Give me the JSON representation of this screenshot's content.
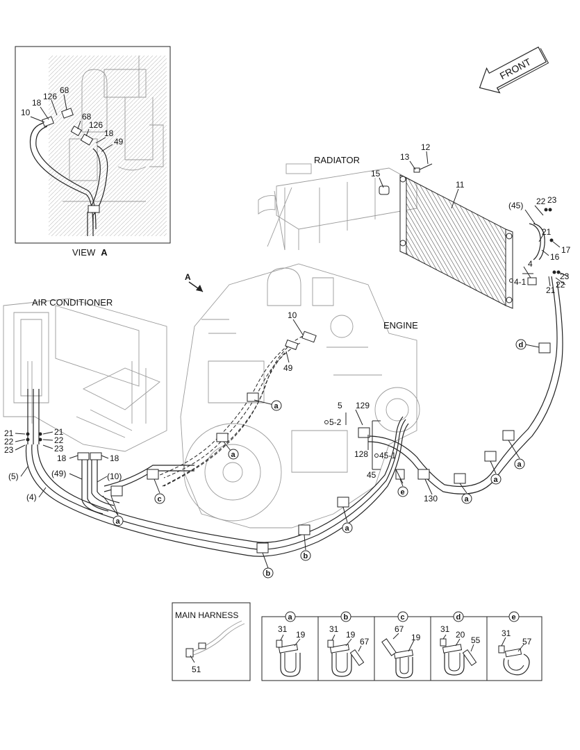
{
  "view_a": {
    "title_prefix": "VIEW",
    "title_letter": "A",
    "labels": [
      "10",
      "18",
      "126",
      "68",
      "68",
      "126",
      "18",
      "49"
    ]
  },
  "front_arrow": "FRONT",
  "radiator": {
    "title": "RADIATOR",
    "labels": [
      "12",
      "13",
      "15",
      "11",
      "(45)",
      "22",
      "23",
      "21",
      "17",
      "16",
      "4",
      "4-1",
      "23",
      "22",
      "21"
    ]
  },
  "engine": {
    "title": "ENGINE",
    "view_marker": "A",
    "labels": [
      "10",
      "49",
      "5",
      "129",
      "5-2",
      "128",
      "45-1",
      "45",
      "130"
    ]
  },
  "air_conditioner": {
    "title": "AIR CONDITIONER",
    "labels": [
      "21",
      "22",
      "23",
      "21",
      "22",
      "23",
      "18",
      "18",
      "(5)",
      "(49)",
      "(10)",
      "(4)"
    ]
  },
  "clamp_markers": [
    "a",
    "b",
    "c",
    "d",
    "e"
  ],
  "main_harness": {
    "title": "MAIN HARNESS",
    "part": "51"
  },
  "legend": [
    {
      "id": "a",
      "parts": [
        "31",
        "19"
      ]
    },
    {
      "id": "b",
      "parts": [
        "31",
        "19",
        "67"
      ]
    },
    {
      "id": "c",
      "parts": [
        "67",
        "19"
      ]
    },
    {
      "id": "d",
      "parts": [
        "31",
        "20",
        "55"
      ]
    },
    {
      "id": "e",
      "parts": [
        "31",
        "57"
      ]
    }
  ]
}
